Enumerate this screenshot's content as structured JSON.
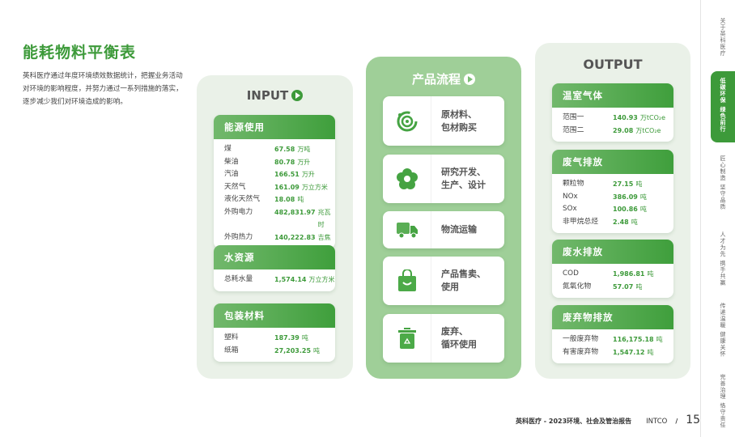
{
  "title": "能耗物料平衡表",
  "description": "英科医疗通过年度环境绩效数据统计，把握业务活动对环境的影响程度，并努力通过一系列措施的落实，逐步减少我们对环境造成的影响。",
  "input": {
    "heading": "INPUT",
    "cards": [
      {
        "title": "能源使用",
        "rows": [
          {
            "label": "煤",
            "value": "67.58",
            "unit": "万吨"
          },
          {
            "label": "柴油",
            "value": "80.78",
            "unit": "万升"
          },
          {
            "label": "汽油",
            "value": "166.51",
            "unit": "万升"
          },
          {
            "label": "天然气",
            "value": "161.09",
            "unit": "万立方米"
          },
          {
            "label": "液化天然气",
            "value": "18.08",
            "unit": "吨"
          },
          {
            "label": "外购电力",
            "value": "482,831.97",
            "unit": "兆瓦时"
          },
          {
            "label": "外购热力",
            "value": "140,222.83",
            "unit": "吉焦"
          }
        ]
      },
      {
        "title": "水资源",
        "rows": [
          {
            "label": "总耗水量",
            "value": "1,574.14",
            "unit": "万立方米"
          }
        ]
      },
      {
        "title": "包装材料",
        "rows": [
          {
            "label": "塑料",
            "value": "187.39",
            "unit": "吨"
          },
          {
            "label": "纸箱",
            "value": "27,203.25",
            "unit": "吨"
          }
        ]
      }
    ]
  },
  "process": {
    "heading": "产品流程",
    "steps": [
      {
        "label": "原材料、\n包材购买",
        "icon": "target-icon"
      },
      {
        "label": "研究开发、\n生产、设计",
        "icon": "flower-gear-icon"
      },
      {
        "label": "物流运输",
        "icon": "truck-icon"
      },
      {
        "label": "产品售卖、\n使用",
        "icon": "shopping-bag-icon"
      },
      {
        "label": "废弃、\n循环使用",
        "icon": "recycle-bin-icon"
      }
    ]
  },
  "output": {
    "heading": "OUTPUT",
    "cards": [
      {
        "title": "温室气体",
        "rows": [
          {
            "label": "范围一",
            "value": "140.93",
            "unit": "万tCO₂e"
          },
          {
            "label": "范围二",
            "value": "29.08",
            "unit": "万tCO₂e"
          }
        ]
      },
      {
        "title": "废气排放",
        "rows": [
          {
            "label": "颗粒物",
            "value": "27.15",
            "unit": "吨"
          },
          {
            "label": "NOx",
            "value": "386.09",
            "unit": "吨"
          },
          {
            "label": "SOx",
            "value": "100.86",
            "unit": "吨"
          },
          {
            "label": "非甲烷总烃",
            "value": "2.48",
            "unit": "吨"
          }
        ]
      },
      {
        "title": "废水排放",
        "rows": [
          {
            "label": "COD",
            "value": "1,986.81",
            "unit": "吨"
          },
          {
            "label": "氮氧化物",
            "value": "57.07",
            "unit": "吨"
          }
        ]
      },
      {
        "title": "废弃物排放",
        "rows": [
          {
            "label": "一般废弃物",
            "value": "116,175.18",
            "unit": "吨"
          },
          {
            "label": "有害废弃物",
            "value": "1,547.12",
            "unit": "吨"
          }
        ]
      }
    ]
  },
  "sidebar": [
    "关于英科医疗",
    "低碳环保 绿色前行",
    "匠心制造 坚守品质",
    "人才为先 携手共赢",
    "传递温暖 健康关怀",
    "完善治理 恪守责任"
  ],
  "footer": {
    "report": "英科医疗 - 2023环境、社会及管治报告",
    "brand": "INTCO",
    "sep": "/",
    "page": "15"
  },
  "colors": {
    "accent": "#3d9a3a",
    "process_bg": "#9fcf98",
    "panel_bg": "#eaf1e8"
  }
}
